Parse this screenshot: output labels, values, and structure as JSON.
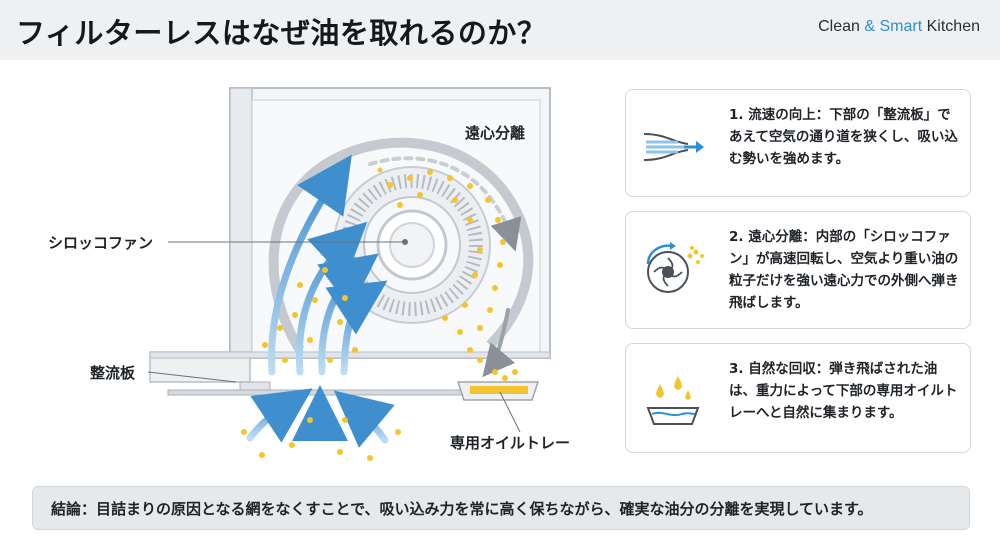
{
  "header": {
    "title": "フィルターレスはなぜ油を取れるのか？",
    "brand_clean": "Clean",
    "brand_amp": "&",
    "brand_smart": "Smart",
    "brand_kitchen": "Kitchen"
  },
  "diagram": {
    "labels": {
      "centrifugal": "遠心分離",
      "sirocco_fan": "シロッコファン",
      "rectifier": "整流板",
      "oil_tray": "専用オイルトレー"
    }
  },
  "cards": [
    {
      "icon": "narrowing-airflow-icon",
      "text": "1. 流速の向上：下部の「整流板」であえて空気の通り道を狭くし、吸い込む勢いを強めます。"
    },
    {
      "icon": "spinning-fan-icon",
      "text": "2. 遠心分離：内部の「シロッコファン」が高速回転し、空気より重い油の粒子だけを強い遠心力での外側へ弾き飛ばします。"
    },
    {
      "icon": "oil-drops-icon",
      "text": "3. 自然な回収：弾き飛ばされた油は、重力によって下部の専用オイルトレーへと自然に集まります。"
    }
  ],
  "conclusion": {
    "text": "結論：目詰まりの原因となる網をなくすことで、吸い込み力を常に高く保ちながら、確実な油分の分離を実現しています。"
  },
  "colors": {
    "accent_blue": "#2f8fd6",
    "oil_yellow": "#f2c530",
    "header_bg": "#eef0f2"
  }
}
